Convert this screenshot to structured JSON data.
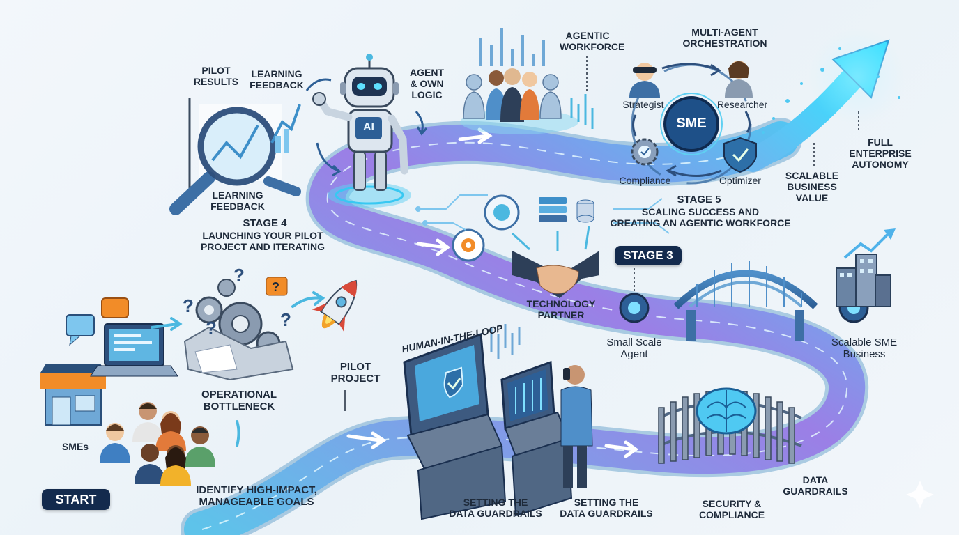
{
  "start": {
    "label": "START"
  },
  "stage1": {
    "smes": "SMEs",
    "goals_line1": "IDENTIFY HIGH-IMPACT,",
    "goals_line2": "MANAGEABLE GOALS",
    "bottleneck_line1": "OPERATIONAL",
    "bottleneck_line2": "BOTTLENECK",
    "pilot_line1": "PILOT",
    "pilot_line2": "PROJECT"
  },
  "stage2": {
    "hitl": "HUMAN-IN-THE-LOOP",
    "guardrails_a_line1": "SETTING THE",
    "guardrails_a_line2": "DATA GUARDRAILS",
    "guardrails_b_line1": "SETTING THE",
    "guardrails_b_line2": "DATA GUARDRAILS",
    "security_line1": "SECURITY &",
    "security_line2": "COMPLIANCE",
    "data_guardrails_line1": "DATA",
    "data_guardrails_line2": "GUARDRAILS"
  },
  "stage3": {
    "badge": "STAGE 3",
    "small_line1": "Small Scale",
    "small_line2": "Agent",
    "scalable_line1": "Scalable SME",
    "scalable_line2": "Business",
    "tech_line1": "TECHNOLOGY",
    "tech_line2": "PARTNER"
  },
  "stage4": {
    "pilot_results_line1": "PILOT",
    "pilot_results_line2": "RESULTS",
    "learning_top_line1": "LEARNING",
    "learning_top_line2": "FEEDBACK",
    "learning_bottom_line1": "LEARNING",
    "learning_bottom_line2": "FEEDBACK",
    "title": "STAGE 4",
    "subtitle_line1": "LAUNCHING YOUR PILOT",
    "subtitle_line2": "PROJECT AND ITERATING",
    "agent_line1": "AGENT",
    "agent_line2": "& OWN",
    "agent_line3": "LOGIC",
    "robot_badge": "AI"
  },
  "stage5": {
    "workforce_line1": "AGENTIC",
    "workforce_line2": "WORKFORCE",
    "orch_line1": "MULTI-AGENT",
    "orch_line2": "ORCHESTRATION",
    "strategist": "Strategist",
    "researcher": "Researcher",
    "compliance": "Compliance",
    "optimizer": "Optimizer",
    "sme_center": "SME",
    "title": "STAGE 5",
    "subtitle_line1": "SCALING SUCCESS AND",
    "subtitle_line2": "CREATING AN AGENTIC WORKFORCE",
    "value_line1": "SCALABLE",
    "value_line2": "BUSINESS",
    "value_line3": "VALUE",
    "autonomy_line1": "FULL",
    "autonomy_line2": "ENTERPRISE",
    "autonomy_line3": "AUTONOMY"
  },
  "colors": {
    "road": "#4bb8e0",
    "road_edge": "#2a7fb8",
    "dark_navy": "#132a4d",
    "accent_cyan": "#3fd0ff",
    "purple": "#8a6fe0",
    "orange": "#f28c28"
  }
}
